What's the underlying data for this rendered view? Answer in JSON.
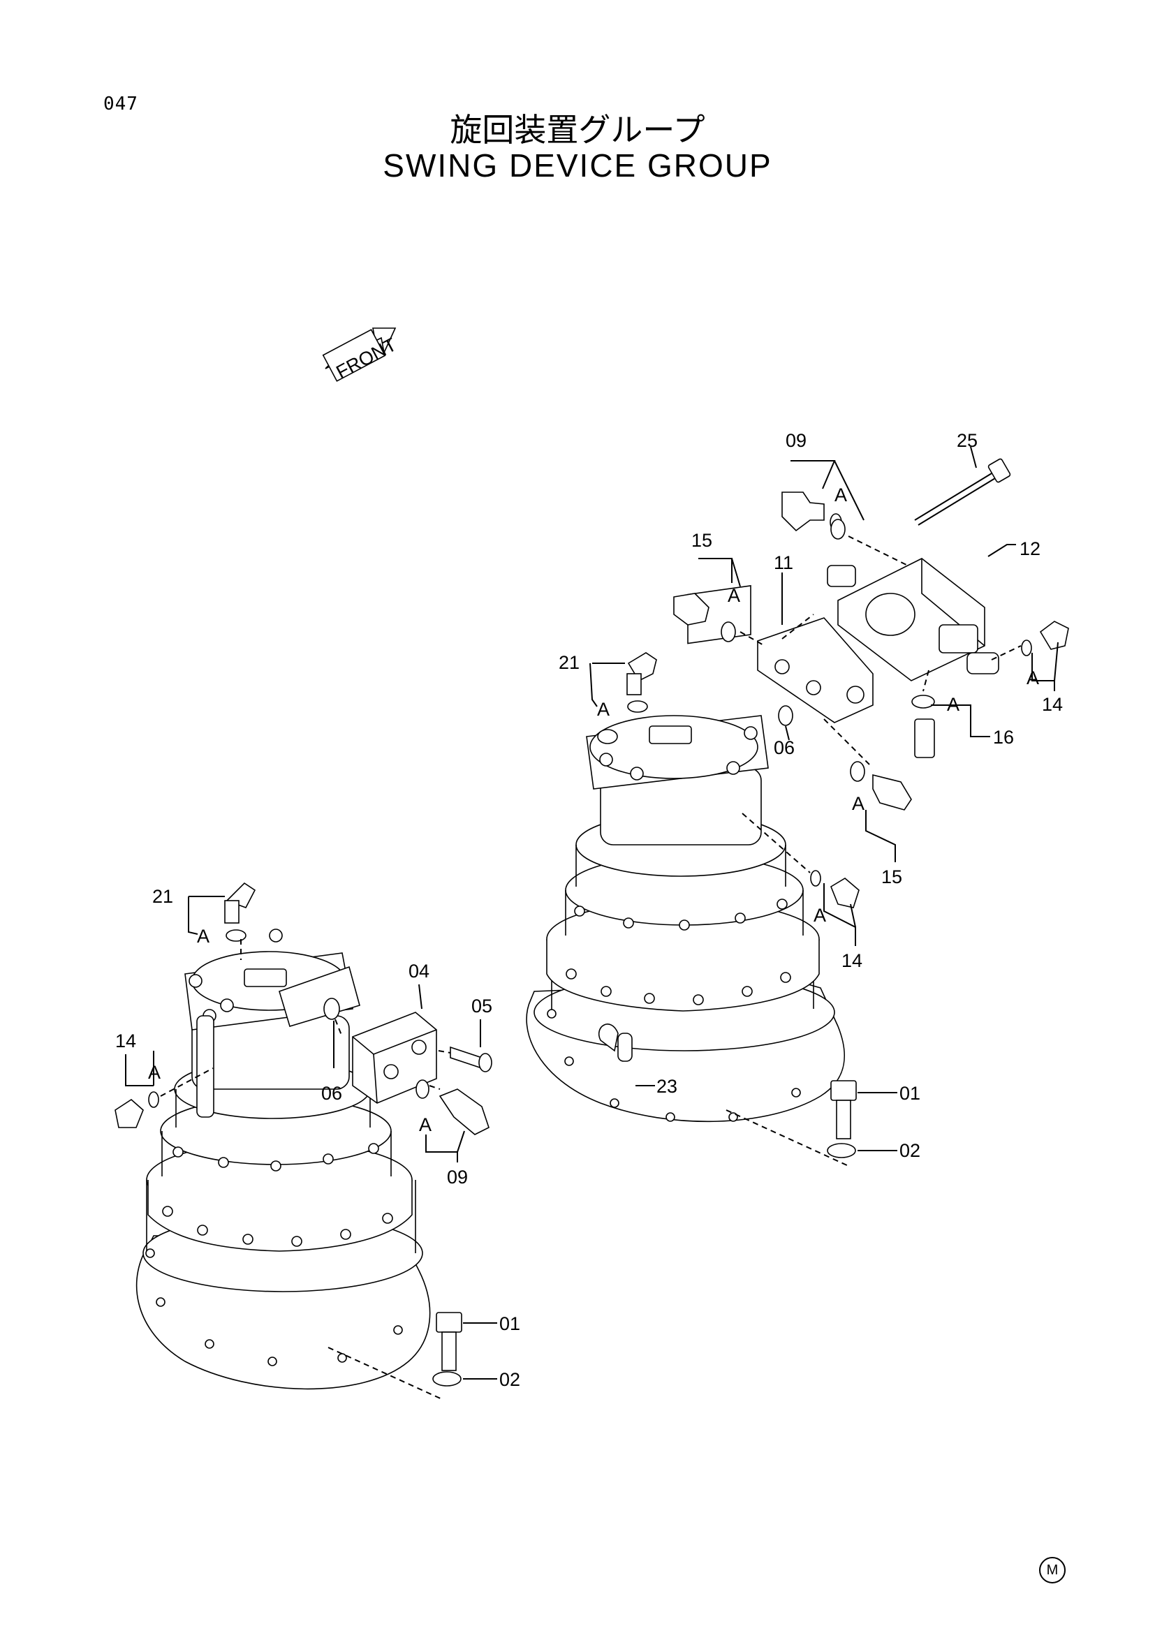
{
  "page": {
    "number": "047",
    "title_jp": "旋回装置グループ",
    "title_en": "SWING DEVICE GROUP",
    "front_label": "FRONT",
    "corner_mark": "M"
  },
  "callouts": {
    "upper_assembly": [
      {
        "id": "09",
        "text": "09"
      },
      {
        "id": "A-09",
        "text": "A"
      },
      {
        "id": "25",
        "text": "25"
      },
      {
        "id": "12",
        "text": "12"
      },
      {
        "id": "15-top",
        "text": "15"
      },
      {
        "id": "A-15-top",
        "text": "A"
      },
      {
        "id": "11",
        "text": "11"
      },
      {
        "id": "21",
        "text": "21"
      },
      {
        "id": "A-21",
        "text": "A"
      },
      {
        "id": "06",
        "text": "06"
      },
      {
        "id": "A-16",
        "text": "A"
      },
      {
        "id": "16",
        "text": "16"
      },
      {
        "id": "A-14-top",
        "text": "A"
      },
      {
        "id": "14-top",
        "text": "14"
      },
      {
        "id": "A-15-bottom",
        "text": "A"
      },
      {
        "id": "15-bottom",
        "text": "15"
      },
      {
        "id": "A-14",
        "text": "A"
      },
      {
        "id": "14",
        "text": "14"
      },
      {
        "id": "23",
        "text": "23"
      },
      {
        "id": "01",
        "text": "01"
      },
      {
        "id": "02",
        "text": "02"
      }
    ],
    "lower_assembly": [
      {
        "id": "21",
        "text": "21"
      },
      {
        "id": "A-21",
        "text": "A"
      },
      {
        "id": "04",
        "text": "04"
      },
      {
        "id": "05",
        "text": "05"
      },
      {
        "id": "14",
        "text": "14"
      },
      {
        "id": "A-14",
        "text": "A"
      },
      {
        "id": "06",
        "text": "06"
      },
      {
        "id": "A-09",
        "text": "A"
      },
      {
        "id": "09",
        "text": "09"
      },
      {
        "id": "01",
        "text": "01"
      },
      {
        "id": "02",
        "text": "02"
      }
    ]
  }
}
